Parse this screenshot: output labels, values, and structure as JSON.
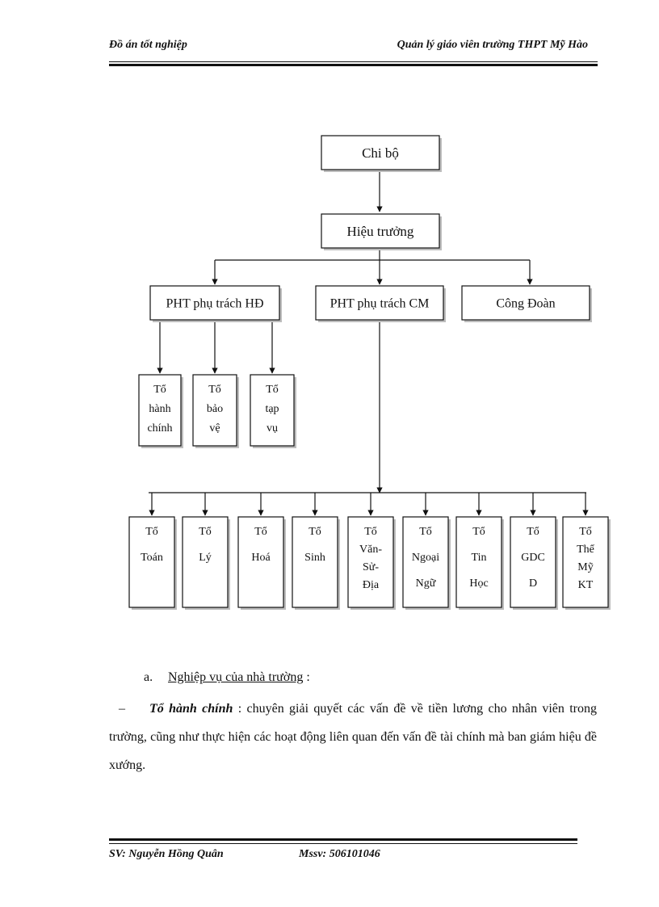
{
  "header": {
    "left": "Đồ án tốt nghiệp",
    "right": "Quản lý giáo viên trường THPT Mỹ Hào"
  },
  "org_chart": {
    "party_cell": "Chi bộ",
    "principal": "Hiệu trưởng",
    "vice_activities": "PHT phụ trách HĐ",
    "vice_curriculum": "PHT phụ trách CM",
    "union": "Công Đoàn",
    "admin_teams": [
      [
        "Tổ",
        "hành",
        "chính"
      ],
      [
        "Tổ",
        "bảo",
        "vệ"
      ],
      [
        "Tổ",
        "tạp",
        "vụ"
      ]
    ],
    "subject_teams": [
      [
        "Tổ",
        "Toán"
      ],
      [
        "Tổ",
        "Lý"
      ],
      [
        "Tổ",
        "Hoá"
      ],
      [
        "Tổ",
        "Sinh"
      ],
      [
        "Tổ",
        "Văn-",
        "Sử-",
        "Địa"
      ],
      [
        "Tổ",
        "Ngoại",
        "Ngữ"
      ],
      [
        "Tổ",
        "Tin",
        "Học"
      ],
      [
        "Tổ",
        "GDC",
        "D"
      ],
      [
        "Tổ",
        "Thể",
        "Mỹ",
        "KT"
      ]
    ]
  },
  "section": {
    "marker": "a.",
    "title": "Nghiệp vụ của nhà trường",
    "suffix": " :"
  },
  "paragraph": {
    "dash": "–",
    "term": "Tổ hành chính",
    "text": " : chuyên giải quyết các vấn đề về tiền lương cho nhân viên trong trường, cũng như thực hiện các hoạt động liên quan đến vấn đề tài chính mà ban giám hiệu đề xướng."
  },
  "footer": {
    "student": "SV: Nguyễn Hồng Quân",
    "mssv": "Mssv:  506101046"
  }
}
